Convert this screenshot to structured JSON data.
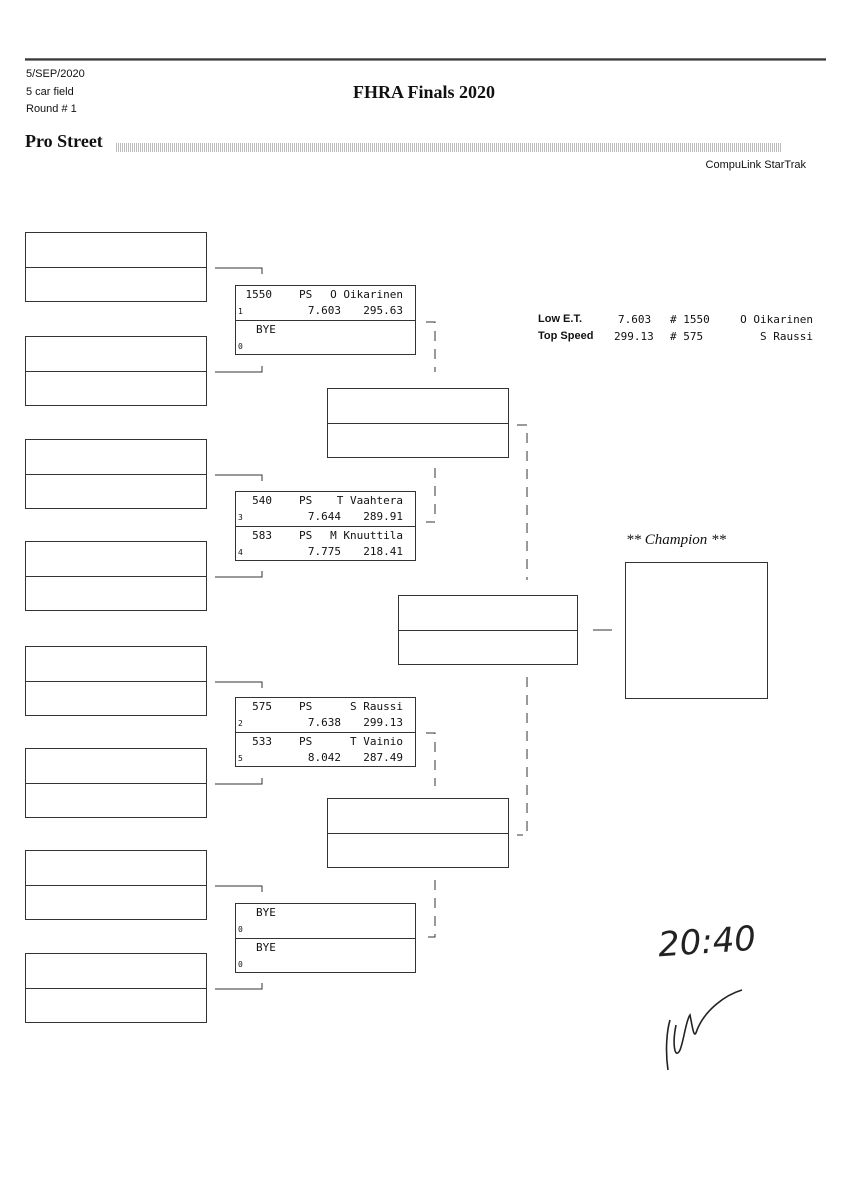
{
  "header": {
    "date": "5/SEP/2020",
    "field": "5 car field",
    "round": "Round # 1",
    "title": "FHRA Finals 2020",
    "class": "Pro Street",
    "brand": "CompuLink StarTrak"
  },
  "matches": [
    {
      "entries": [
        {
          "num": "1550",
          "cls": "PS",
          "name": "O Oikarinen",
          "seed": "1",
          "et": "7.603",
          "spd": "295.63"
        },
        {
          "bye": "BYE",
          "seed": "0"
        }
      ]
    },
    {
      "entries": [
        {
          "num": "540",
          "cls": "PS",
          "name": "T Vaahtera",
          "seed": "3",
          "et": "7.644",
          "spd": "289.91"
        },
        {
          "num": "583",
          "cls": "PS",
          "name": "M Knuuttila",
          "seed": "4",
          "et": "7.775",
          "spd": "218.41"
        }
      ]
    },
    {
      "entries": [
        {
          "num": "575",
          "cls": "PS",
          "name": "S Raussi",
          "seed": "2",
          "et": "7.638",
          "spd": "299.13"
        },
        {
          "num": "533",
          "cls": "PS",
          "name": "T Vainio",
          "seed": "5",
          "et": "8.042",
          "spd": "287.49"
        }
      ]
    },
    {
      "entries": [
        {
          "bye": "BYE",
          "seed": "0"
        },
        {
          "bye": "BYE",
          "seed": "0"
        }
      ]
    }
  ],
  "stats": {
    "low_et": {
      "label": "Low  E.T.",
      "value": "7.603",
      "car": "# 1550",
      "name": "O Oikarinen"
    },
    "top_speed": {
      "label": "Top Speed",
      "value": "299.13",
      "car": "# 575",
      "name": "S Raussi"
    }
  },
  "champion_label": "** Champion **",
  "handwritten": {
    "time": "20:40"
  }
}
